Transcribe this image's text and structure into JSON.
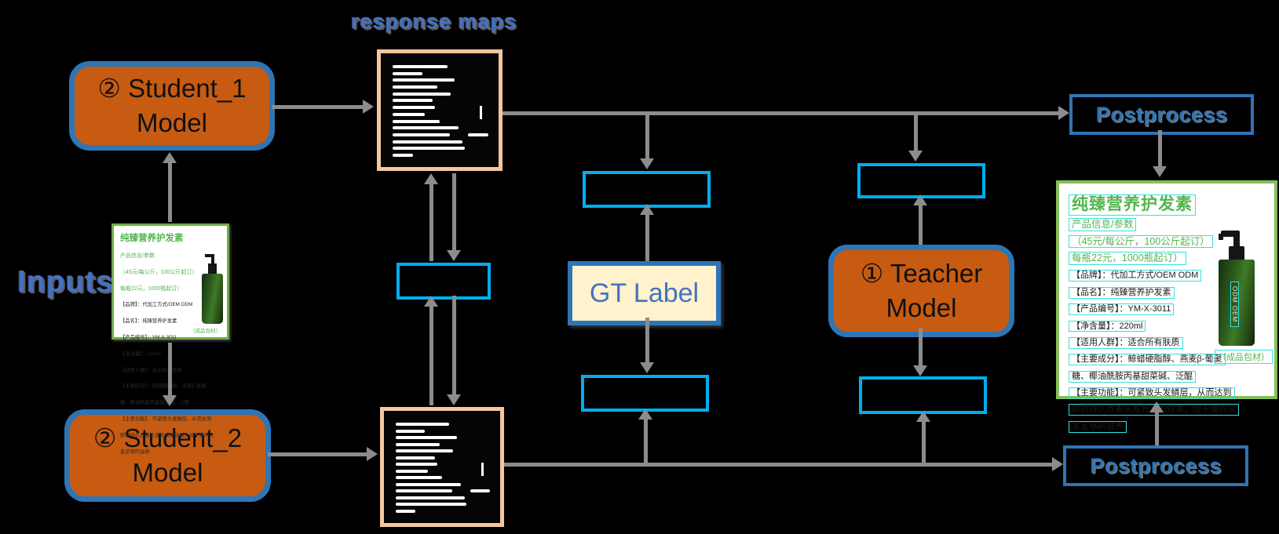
{
  "titles": {
    "response_maps": "response maps",
    "inputs": "Inputs"
  },
  "nodes": {
    "student1": {
      "line1": "② Student_1",
      "line2": "Model"
    },
    "student2": {
      "line1": "② Student_2",
      "line2": "Model"
    },
    "teacher": {
      "line1": "① Teacher",
      "line2": "Model"
    },
    "gt_label": "GT Label",
    "postprocess_top": "Postprocess",
    "postprocess_bottom": "Postprocess"
  },
  "colors": {
    "background": "#000000",
    "model_fill": "#C75B12",
    "model_border": "#2E75B6",
    "blue_box_border": "#00AEEF",
    "gt_fill": "#FFF2CC",
    "label_blue": "#4472C4",
    "arrow_gray": "#8C8C8C",
    "map_border": "#F4C7A1",
    "panel_border_green": "#84BE5A",
    "card_border_green": "#70AD47",
    "ocr_box_cyan": "#35E0E0",
    "product_green": "#53B64E"
  },
  "response_map_lines": [
    [
      57
    ],
    [
      31
    ],
    [
      65
    ],
    [
      47
    ],
    [
      61
    ],
    [
      42
    ],
    [
      44
    ],
    [
      34
    ],
    [
      49
    ],
    [
      69
    ],
    [
      60,
      21
    ],
    [
      73
    ],
    [
      75
    ],
    [
      21
    ]
  ],
  "product_card": {
    "title": "纯臻营养护发素",
    "green_lines": [
      "产品信息/参数",
      "（45元/每公斤，100公斤起订）",
      "每瓶22元，1000瓶起订）"
    ],
    "black_lines": [
      "【品牌】：代加工方式/OEM ODM",
      "【品名】：纯臻营养护发素",
      "【产品编号】：YM-X-3011",
      "【净含量】：220ml",
      "【适用人群】：适合所有肤质",
      "【主要成分】：鲸蜡硬脂醇、燕麦β-葡聚",
      "糖、椰油酰胺丙基甜菜碱、泛醌",
      "【主要功能】：可紧致头发鳞层，从而达到",
      "即时持久改善头发光泽的效果，给干燥的头",
      "发足够的滋养"
    ],
    "package_label": "（成品包材）"
  },
  "output_panel": {
    "title": "纯臻营养护发素",
    "green_lines": [
      "产品信息/参数",
      "（45元/每公斤，100公斤起订）",
      "每瓶22元，1000瓶起订）"
    ],
    "black_lines": [
      "【品牌】：代加工方式/OEM ODM",
      "【品名】：纯臻营养护发素",
      "【产品编号】：YM-X-3011",
      "【净含量】：220ml",
      "【适用人群】：适合所有肤质",
      "【主要成分】：鲸蜡硬脂醇、燕麦β-葡聚",
      "糖、椰油酰胺丙基甜菜碱、泛醌",
      "【主要功能】：可紧致头发鳞层，从而达到",
      "即时持久改善头发光泽的效果，给干燥的头",
      "发足够的滋养"
    ],
    "package_label": "（成品包材）",
    "bottle_label": "ODM OEM"
  }
}
